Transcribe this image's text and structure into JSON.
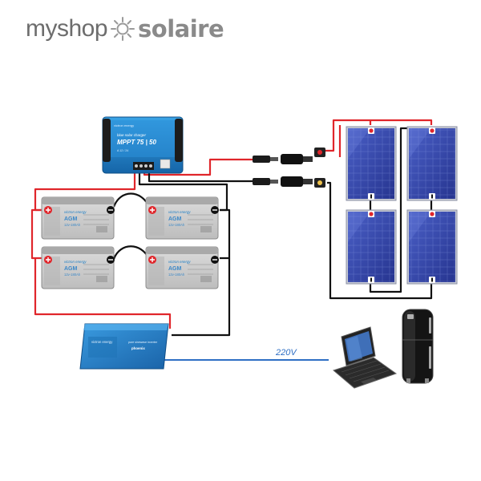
{
  "brand": {
    "word1": "myshop",
    "word2": "solaire",
    "logo_icon": "sun-icon"
  },
  "controller": {
    "brand": "victron energy",
    "subtitle": "blue solar charger",
    "model": "MPPT 75 | 50",
    "spec": "A 12 / 24"
  },
  "batteries": [
    {
      "brand": "victron energy",
      "type": "AGM",
      "rating": "12v-180Ah"
    },
    {
      "brand": "victron energy",
      "type": "AGM",
      "rating": "12v-180Ah"
    },
    {
      "brand": "victron energy",
      "type": "AGM",
      "rating": "12v-180Ah"
    },
    {
      "brand": "victron energy",
      "type": "AGM",
      "rating": "12v-180Ah"
    }
  ],
  "inverter": {
    "brand": "victron energy",
    "subtitle": "pure sinewave inverter",
    "model": "phoenix"
  },
  "ac_label": "220V",
  "icons": [
    "laptop-icon",
    "refrigerator-icon",
    "plus-icon",
    "minus-icon",
    "sun-icon",
    "mc4-connector-icon"
  ],
  "colors": {
    "positive_wire": "#e0262b",
    "negative_wire": "#111111",
    "ac_wire": "#2f6fc4",
    "panel_blue": "#3346a8",
    "victron_blue": "#1f7fc6",
    "battery_grey": "#c9c9c9"
  }
}
